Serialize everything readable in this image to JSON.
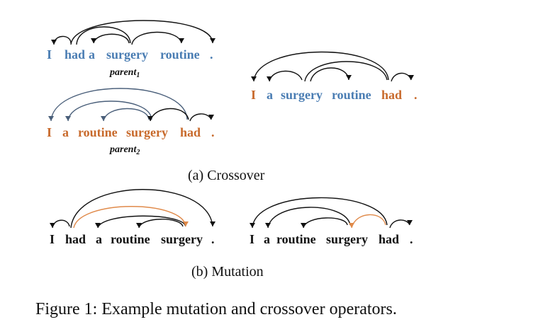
{
  "crossover": {
    "parent1": {
      "words": [
        "I",
        "had",
        "a",
        "surgery",
        "routine",
        "."
      ],
      "colors": [
        "blue",
        "blue",
        "blue",
        "blue",
        "blue",
        "blue"
      ],
      "label": "parent",
      "label_sub": "1"
    },
    "parent2": {
      "words": [
        "I",
        "a",
        "routine",
        "surgery",
        "had",
        "."
      ],
      "colors": [
        "orange",
        "orange",
        "orange",
        "orange",
        "orange",
        "orange"
      ],
      "label": "parent",
      "label_sub": "2"
    },
    "child": {
      "words": [
        "I",
        "a",
        "surgery",
        "routine",
        "had",
        "."
      ],
      "colors": [
        "orange",
        "blue",
        "blue",
        "blue",
        "orange",
        "orange"
      ]
    },
    "caption": "(a) Crossover"
  },
  "mutation": {
    "before": {
      "words": [
        "I",
        "had",
        "a",
        "routine",
        "surgery",
        "."
      ],
      "colors": [
        "black",
        "black",
        "black",
        "black",
        "black",
        "black"
      ]
    },
    "after": {
      "words": [
        "I",
        "a",
        "routine",
        "surgery",
        "had",
        "."
      ],
      "colors": [
        "black",
        "black",
        "black",
        "black",
        "black",
        "black"
      ]
    },
    "caption": "(b) Mutation"
  },
  "figure_caption": "Figure 1: Example mutation and crossover operators."
}
